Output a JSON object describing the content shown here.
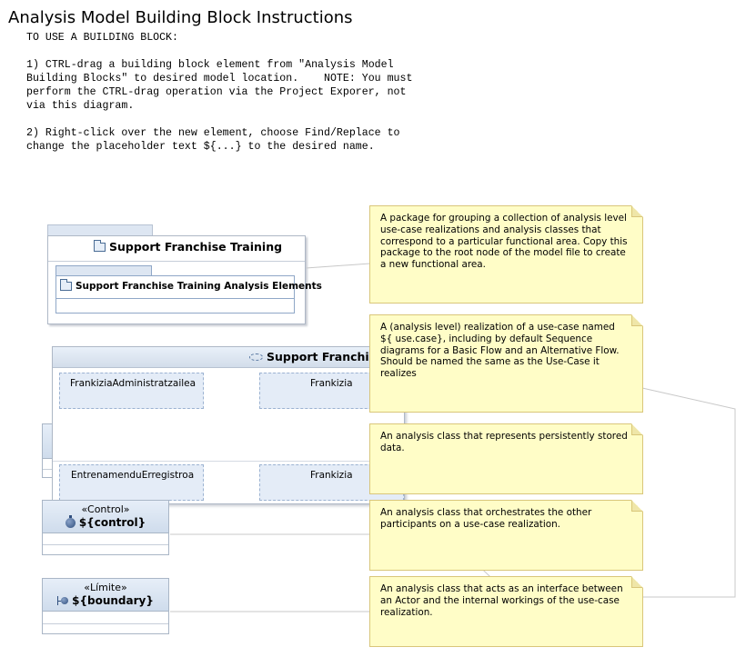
{
  "title": "Analysis Model Building Block Instructions",
  "instructions": "TO USE A BUILDING BLOCK:\n\n1) CTRL-drag a building block element from \"Analysis Model\nBuilding Blocks\" to desired model location.    NOTE: You must\nperform the CTRL-drag operation via the Project Exporer, not\nvia this diagram.\n\n2) Right-click over the new element, choose Find/Replace to\nchange the placeholder text ${...} to the desired name.",
  "package": {
    "name": "Support Franchise Training",
    "inner_package": "Support Franchise Training Analysis Elements"
  },
  "collaboration": {
    "name": "Support Franchise",
    "parts": [
      {
        "label": "FrankiziaAdministratzailea"
      },
      {
        "label": "Frankizia"
      },
      {
        "label": "EntrenamenduErregistroa"
      },
      {
        "label": "Frankizia"
      }
    ]
  },
  "classes": {
    "control": {
      "stereotype": "«Control»",
      "name": "${control}"
    },
    "boundary": {
      "stereotype": "«Límite»",
      "name": "${boundary}"
    }
  },
  "notes": [
    {
      "text": "A package for grouping a collection of analysis level use-case realizations and analysis classes that correspond to a particular functional area. Copy this package to the root node of the model file to create a new functional area."
    },
    {
      "text": "A (analysis level) realization of a use-case named ${ use.case}, including by default Sequence diagrams for a Basic Flow and an Alternative Flow. Should be named the same as the Use-Case it realizes"
    },
    {
      "text": "An analysis class that represents persistently stored data."
    },
    {
      "text": "An analysis class that orchestrates the other participants on a use-case realization."
    },
    {
      "text": "An analysis class that acts as an interface between an Actor and the internal workings of the use-case realization."
    }
  ],
  "colors": {
    "note_fill": "#fffdc7",
    "note_border": "#d9c67a",
    "element_header": "#dde6f2",
    "part_fill": "#e4ecf7"
  }
}
